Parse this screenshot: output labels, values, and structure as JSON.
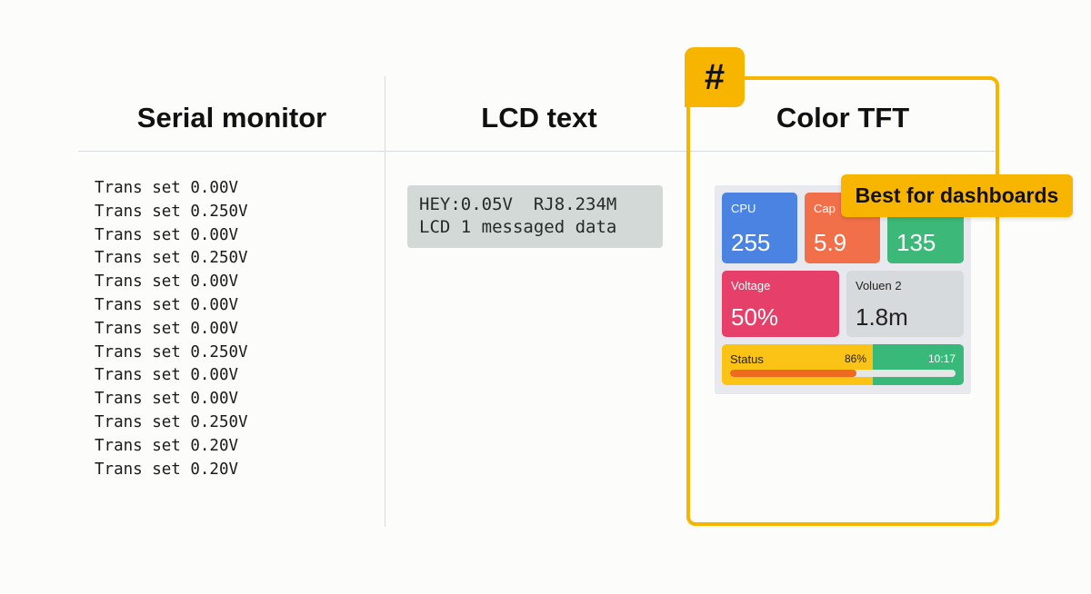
{
  "columns": {
    "serial": {
      "title": "Serial monitor"
    },
    "lcd": {
      "title": "LCD text"
    },
    "tft": {
      "title": "Color TFT"
    }
  },
  "serial_lines": [
    "Trans set 0.00V",
    "Trans set 0.250V",
    "Trans set 0.00V",
    "Trans set 0.250V",
    "Trans set 0.00V",
    "Trans set 0.00V",
    "Trans set 0.00V",
    "Trans set 0.250V",
    "Trans set 0.00V",
    "Trans set 0.00V",
    "Trans set 0.250V",
    "Trans set 0.20V",
    "Trans set 0.20V"
  ],
  "lcd": {
    "line1": "HEY:0.05V  RJ8.234M",
    "line2": "LCD 1 messaged data"
  },
  "badge": "#",
  "callout": "Best for dashboards",
  "dashboard": {
    "tiles": [
      {
        "label": "CPU",
        "value": "255"
      },
      {
        "label": "Cap",
        "value": "5.9"
      },
      {
        "label": "",
        "value": "135"
      },
      {
        "label": "Voltage",
        "value": "50%"
      },
      {
        "label": "Voluen 2",
        "value": "1.8m"
      }
    ],
    "status": {
      "label": "Status",
      "percent_text": "86%",
      "time": "10:17",
      "bar_fraction": 0.56
    }
  },
  "colors": {
    "accent": "#f7b500",
    "cpu": "#4a83e1",
    "cap": "#f1704a",
    "green": "#3cb878",
    "voltage": "#e53f6a",
    "neutral": "#d6dadd",
    "status_bar": "#ee6a1f"
  }
}
